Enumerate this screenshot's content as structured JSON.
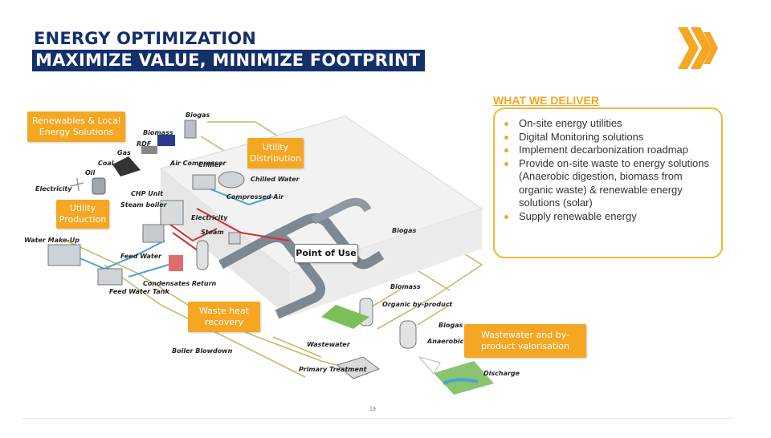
{
  "header": {
    "title_line1": "ENERGY OPTIMIZATION",
    "title_line2": "MAXIMIZE VALUE, MINIMIZE FOOTPRINT"
  },
  "deliver": {
    "title": "WHAT WE DELIVER",
    "items": [
      "On-site energy utilities",
      "Digital Monitoring solutions",
      "Implement decarbonization roadmap",
      "Provide on-site waste to energy solutions (Anaerobic digestion, biomass from organic waste) & renewable energy solutions (solar)",
      "Supply renewable energy"
    ]
  },
  "callouts": {
    "renewables": "Renewables & Local Energy Solutions",
    "utility_distribution": "Utility Distribution",
    "utility_production": "Utility Production",
    "waste_heat": "Waste heat recovery",
    "wastewater": "Wastewater and by-product valorisation",
    "point_of_use": "Point of Use"
  },
  "diagram_labels": {
    "biogas_top": "Biogas",
    "biomass_top": "Biomass",
    "rdf": "RDF",
    "gas": "Gas",
    "coal": "Coal",
    "oil": "Oil",
    "electricity_left": "Electricity",
    "air_compressor": "Air Compressor",
    "chiller": "Chiller",
    "chilled_water": "Chilled Water",
    "chp_unit": "CHP Unit",
    "steam_boiler": "Steam boiler",
    "compressed_air": "Compressed Air",
    "electricity_mid": "Electricity",
    "steam": "Steam",
    "water_make_up": "Water Make-Up",
    "feed_water": "Feed Water",
    "feed_water_tank": "Feed Water Tank",
    "condensates_return": "Condensates Return",
    "biogas_right": "Biogas",
    "biomass_right": "Biomass",
    "organic_byproduct": "Organic by-product",
    "biogas_bottom": "Biogas",
    "anaerobic_digestion": "Anaerobic Digestion",
    "wastewater": "Wastewater",
    "primary_treatment": "Primary Treatment",
    "boiler_blowdown": "Boiler Blowdown",
    "discharge": "Discharge"
  },
  "footer": {
    "page_number": "19"
  },
  "colors": {
    "navy": "#14306b",
    "orange": "#f5a623",
    "pipe_red": "#d32f2f",
    "pipe_blue": "#4aa3d8",
    "line_olive": "#c9b86a"
  }
}
